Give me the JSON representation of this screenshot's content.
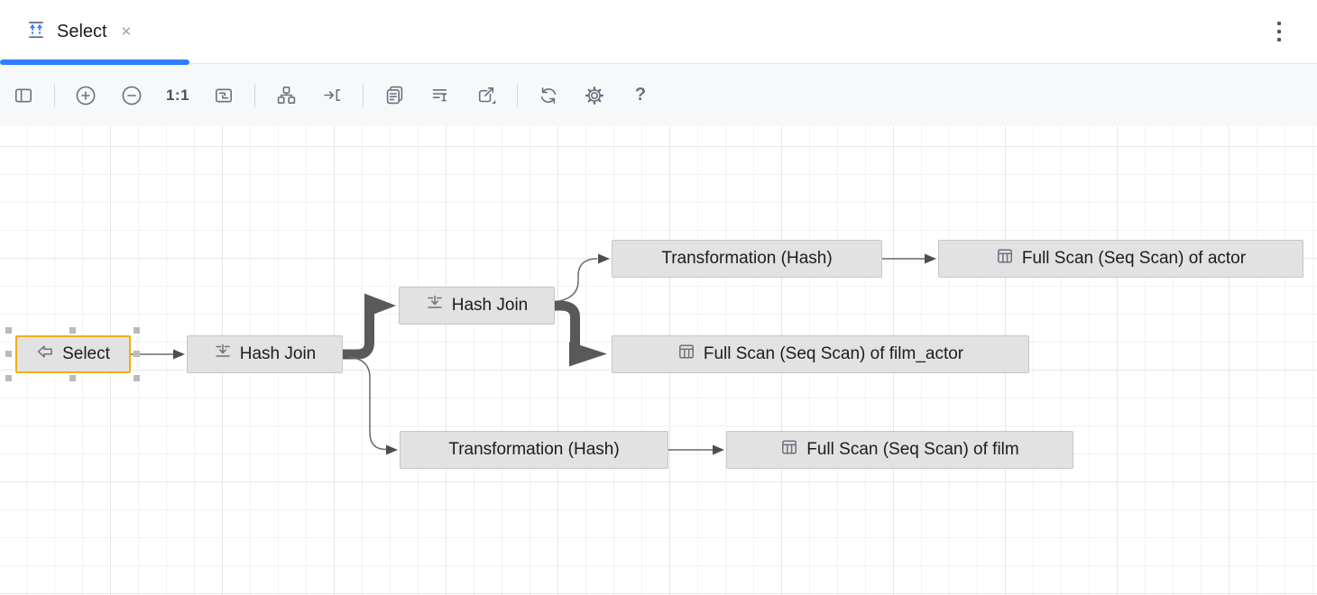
{
  "tab_bar": {
    "tabs": [
      {
        "title": "Select",
        "icon": "execution-plan-icon",
        "close_glyph": "✕",
        "active": true
      }
    ],
    "overflow_menu_icon": "kebab-menu-icon"
  },
  "toolbar": {
    "items": [
      {
        "name": "panel-toggle",
        "icon": "panel-left-icon"
      },
      {
        "name": "zoom-in",
        "icon": "zoom-in-icon"
      },
      {
        "name": "zoom-out",
        "icon": "zoom-out-icon"
      },
      {
        "name": "actual-size",
        "label": "1:1"
      },
      {
        "name": "fit-content",
        "icon": "fit-content-icon"
      },
      {
        "name": "apply-layout",
        "icon": "hierarchy-layout-icon"
      },
      {
        "name": "scroll-to-node",
        "icon": "scroll-into-view-icon"
      },
      {
        "name": "copy-diagram",
        "icon": "copy-icon"
      },
      {
        "name": "show-node-details",
        "icon": "text-lines-cursor-icon"
      },
      {
        "name": "export-diagram",
        "icon": "export-icon",
        "has_dropdown": true
      },
      {
        "name": "refresh",
        "icon": "refresh-icon"
      },
      {
        "name": "settings",
        "icon": "gear-icon"
      },
      {
        "name": "help",
        "label": "?"
      }
    ]
  },
  "diagram": {
    "nodes": [
      {
        "id": "select",
        "label": "Select",
        "icon": "output-arrow-icon",
        "selected": true
      },
      {
        "id": "hash-join-1",
        "label": "Hash Join",
        "icon": "join-icon",
        "selected": false
      },
      {
        "id": "hash-join-2",
        "label": "Hash Join",
        "icon": "join-icon",
        "selected": false
      },
      {
        "id": "transformation-hash-top",
        "label": "Transformation (Hash)",
        "icon": null,
        "selected": false
      },
      {
        "id": "full-scan-actor",
        "label": "Full Scan (Seq Scan) of actor",
        "icon": "table-icon",
        "selected": false
      },
      {
        "id": "full-scan-film-actor",
        "label": "Full Scan (Seq Scan) of film_actor",
        "icon": "table-icon",
        "selected": false
      },
      {
        "id": "transformation-hash-bottom",
        "label": "Transformation (Hash)",
        "icon": null,
        "selected": false
      },
      {
        "id": "full-scan-film",
        "label": "Full Scan (Seq Scan) of film",
        "icon": "table-icon",
        "selected": false
      }
    ],
    "edges": [
      {
        "from": "select",
        "to": "hash-join-1",
        "weight": "thin"
      },
      {
        "from": "hash-join-1",
        "to": "hash-join-2",
        "weight": "thick"
      },
      {
        "from": "hash-join-1",
        "to": "transformation-hash-bottom",
        "weight": "thin"
      },
      {
        "from": "hash-join-2",
        "to": "transformation-hash-top",
        "weight": "thin"
      },
      {
        "from": "hash-join-2",
        "to": "full-scan-film-actor",
        "weight": "thick"
      },
      {
        "from": "transformation-hash-top",
        "to": "full-scan-actor",
        "weight": "thin"
      },
      {
        "from": "transformation-hash-bottom",
        "to": "full-scan-film",
        "weight": "thin"
      }
    ],
    "colors": {
      "accent_blue": "#2e7eff",
      "node_background": "#e2e2e2",
      "node_border": "#c6c6c6",
      "selected_border": "#efb100",
      "edge_thin": "#6a6a6a",
      "edge_thick": "#59595c",
      "icon_gray": "#6c707e"
    }
  }
}
